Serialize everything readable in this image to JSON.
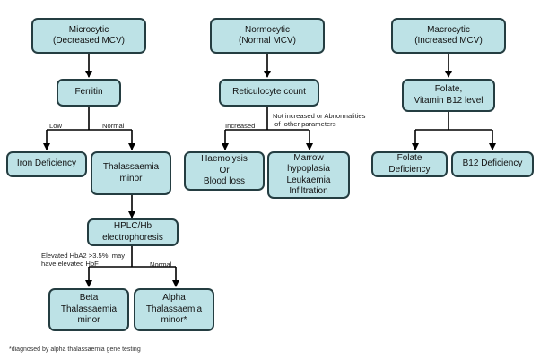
{
  "nodes": {
    "microcytic": [
      "Microcytic",
      "(Decreased MCV)"
    ],
    "normocytic": [
      "Normocytic",
      "(Normal MCV)"
    ],
    "macrocytic": [
      "Macrocytic",
      "(Increased MCV)"
    ],
    "ferritin": [
      "Ferritin"
    ],
    "reticulocyte": [
      "Reticulocyte count"
    ],
    "folate_b12": [
      "Folate,",
      "Vitamin B12 level"
    ],
    "iron_deficiency": [
      "Iron Deficiency"
    ],
    "thal_minor": [
      "Thalassaemia",
      "minor"
    ],
    "haemolysis": [
      "Haemolysis",
      "Or",
      "Blood loss"
    ],
    "marrow": [
      "Marrow",
      "hypoplasia",
      "Leukaemia",
      "Infiltration"
    ],
    "folate_def": [
      "Folate",
      "Deficiency"
    ],
    "b12_def": [
      "B12 Deficiency"
    ],
    "hplc": [
      "HPLC/Hb",
      "electrophoresis"
    ],
    "beta_thal": [
      "Beta",
      "Thalassaemia",
      "minor"
    ],
    "alpha_thal": [
      "Alpha",
      "Thalassaemia",
      "minor*"
    ]
  },
  "edge_labels": {
    "low": [
      "Low"
    ],
    "normal_ferritin": [
      "Normal"
    ],
    "increased": [
      "Increased"
    ],
    "not_increased": [
      "Not increased or Abnormalities",
      " of  other parameters"
    ],
    "elevated_hba2": [
      "Elevated HbA2 >3.5%, may",
      "have elevated HbF"
    ],
    "normal_hplc": [
      "Normal"
    ]
  },
  "footnote": "*diagnosed by alpha thalassaemia gene testing",
  "colors": {
    "node_fill": "#bde2e6",
    "node_border": "#243d41",
    "connector": "#000000"
  }
}
